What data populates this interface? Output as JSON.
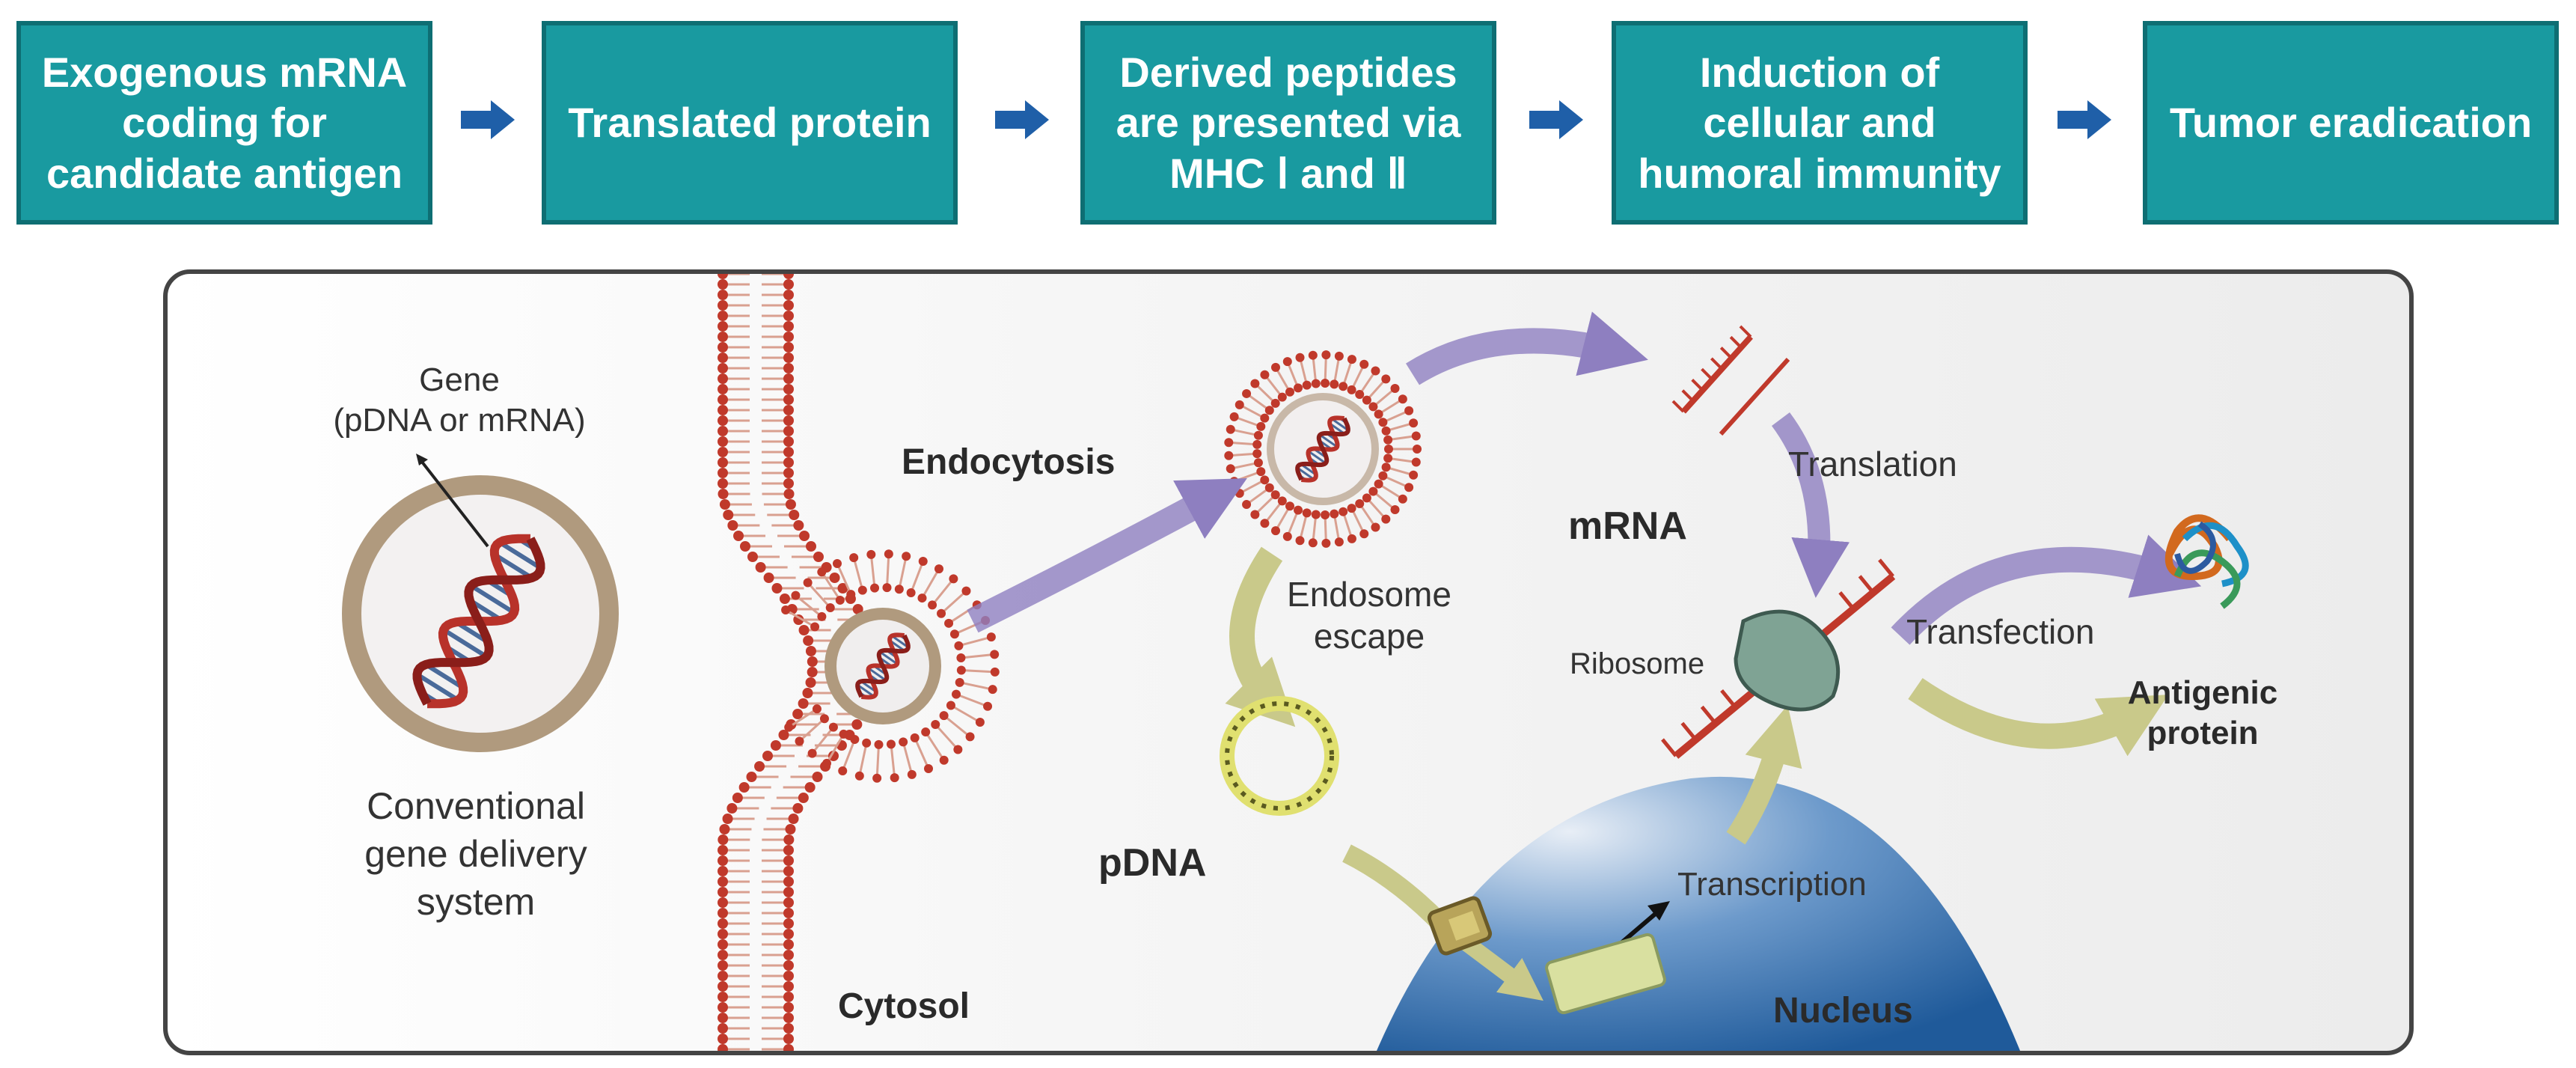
{
  "flow": {
    "steps": [
      "Exogenous mRNA\ncoding for\ncandidate antigen",
      "Translated protein",
      "Derived peptides\nare presented via\nMHC Ⅰ and Ⅱ",
      "Induction of\ncellular and\nhumoral immunity",
      "Tumor eradication"
    ]
  },
  "diagram": {
    "gene_label": [
      "Gene",
      "(pDNA or mRNA)"
    ],
    "delivery_label": [
      "Conventional",
      "gene delivery",
      "system"
    ],
    "endocytosis": "Endocytosis",
    "endosome_escape": [
      "Endosome",
      "escape"
    ],
    "mrna": "mRNA",
    "translation": "Translation",
    "ribosome": "Ribosome",
    "transfection": "Transfection",
    "antigenic_protein": [
      "Antigenic",
      "protein"
    ],
    "pdna": "pDNA",
    "transcription": "Transcription",
    "cytosol": "Cytosol",
    "nucleus": "Nucleus"
  },
  "colors": {
    "box_fill": "#199aa0",
    "lipid_head": "#c0392b",
    "process_arrow": "#8e7fc0",
    "pdna_arrow": "#c9c98a",
    "nucleus": "#2f6db0"
  }
}
